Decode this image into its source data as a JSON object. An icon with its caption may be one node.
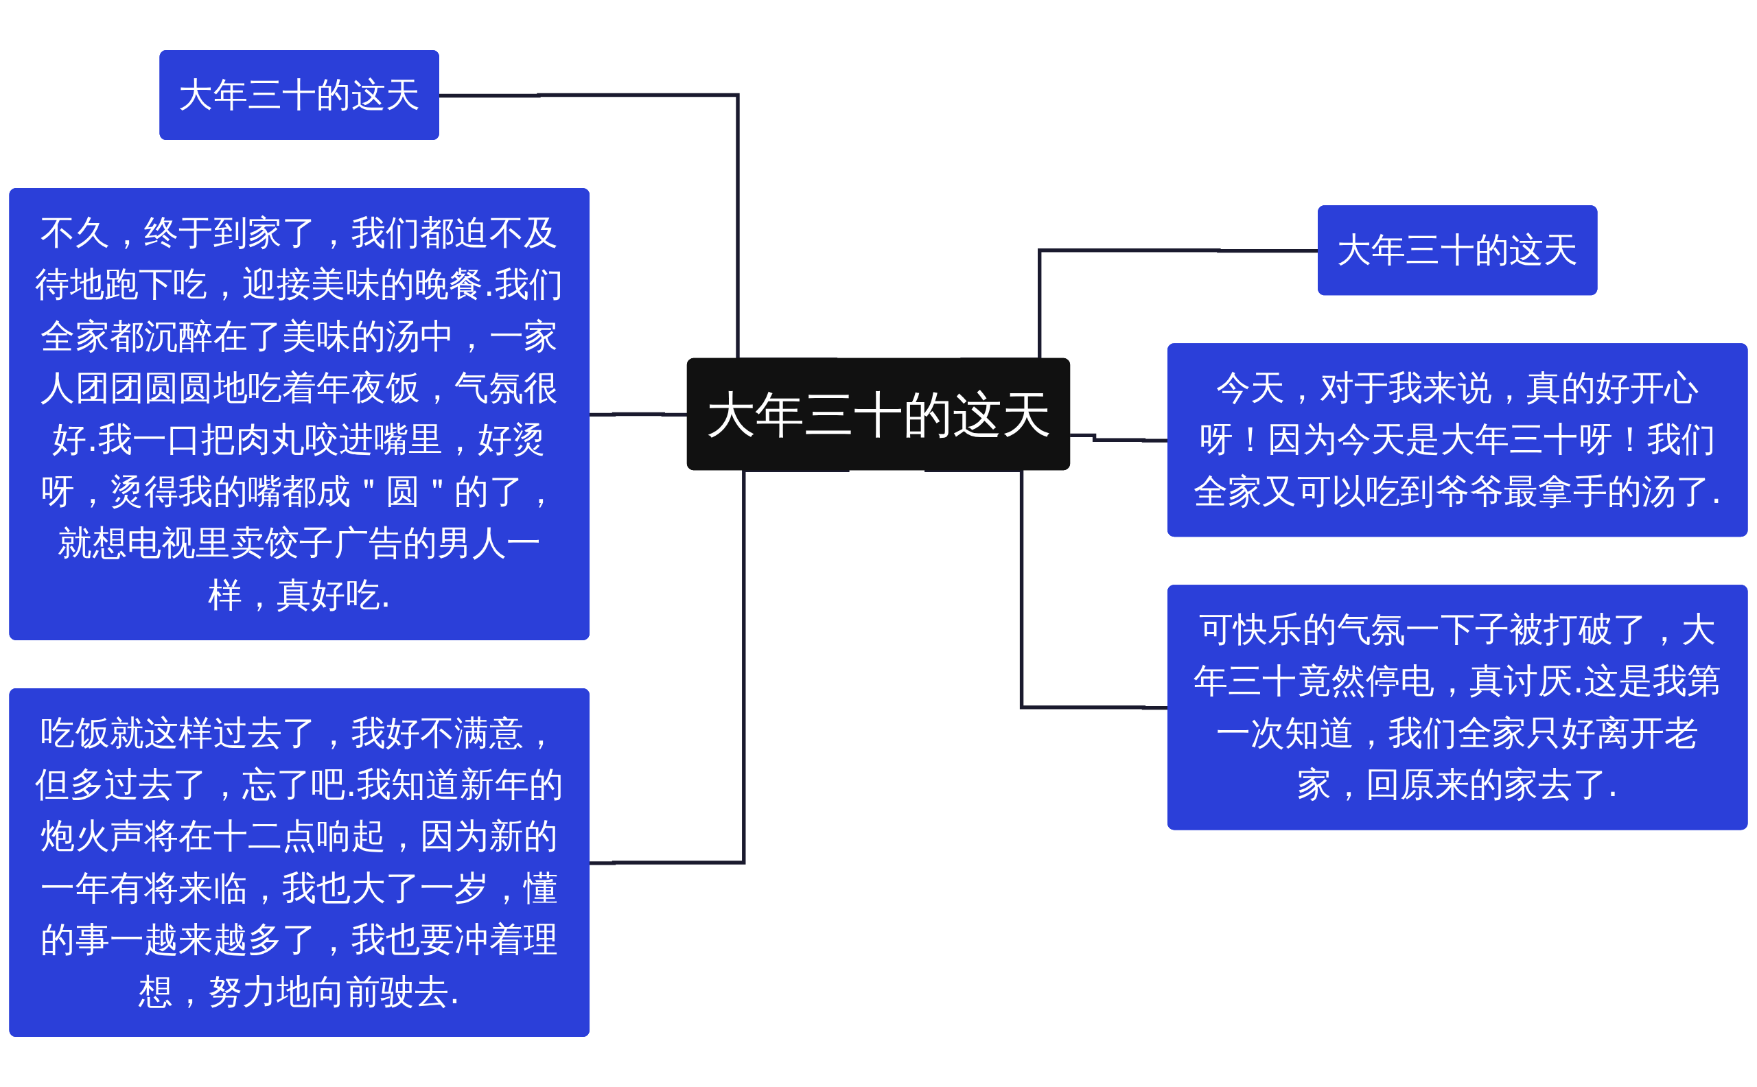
{
  "diagram": {
    "nodes": [
      {
        "text": [
          "大年三十的这天"
        ]
      },
      {
        "text": [
          "大年三十的这天"
        ]
      },
      {
        "text": [
          "不久，终于到家了，我们都迫不及待地跑下吃，迎接美味的晚餐.我们全家都沉醉在了美味的汤中，一家人团团圆圆地吃着年夜饭，气氛很好.我一口把肉丸咬进嘴里，好烫呀，烫得我的嘴都成＂圆＂的了，就想电视里卖饺子广告的男人一样，真好吃."
        ]
      },
      {
        "text": [
          "吃饭就这样过去了，我好不满意，但多过去了，忘了吧.我知道新年的炮火声将在十二点响起，因为新的一年有将来临，我也大了一岁，懂的事一越来越多了，我也要冲着理想，努力地向前驶去."
        ]
      },
      {
        "text": [
          "大年三十的这天"
        ]
      },
      {
        "text": [
          "今天，对于我来说，真的好开心呀！因为今天是大年三十呀！我们全家又可以吃到爷爷最拿手的汤了."
        ]
      },
      {
        "text": [
          "可快乐的气氛一下子被打破了，大年三十竟然停电，真讨厌.这是我第一次知道，我们全家只好离开老家，回原来的家去了."
        ]
      }
    ],
    "edges": [
      {
        "from": 0,
        "to": 1,
        "arrow": "none"
      },
      {
        "from": 0,
        "to": 2,
        "arrow": "none"
      },
      {
        "from": 0,
        "to": 3,
        "arrow": "none"
      },
      {
        "from": 0,
        "to": 4,
        "arrow": "none"
      },
      {
        "from": 0,
        "to": 5,
        "arrow": "none"
      },
      {
        "from": 0,
        "to": 6,
        "arrow": "none"
      }
    ]
  }
}
